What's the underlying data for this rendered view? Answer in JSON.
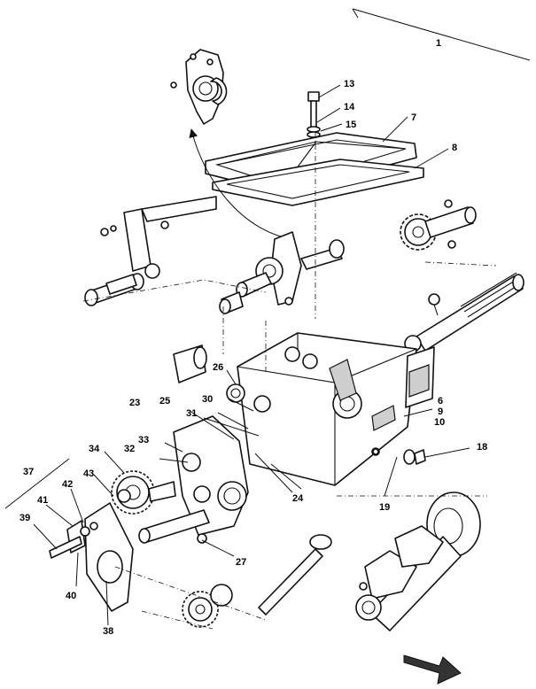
{
  "callouts": {
    "c1": "1",
    "c6": "6",
    "c7": "7",
    "c8": "8",
    "c9": "9",
    "c10": "10",
    "c13": "13",
    "c14": "14",
    "c15": "15",
    "c18": "18",
    "c19": "19",
    "c23": "23",
    "c24": "24",
    "c25": "25",
    "c26": "26",
    "c27": "27",
    "c30": "30",
    "c31": "31",
    "c32": "32",
    "c33": "33",
    "c34": "34",
    "c37": "37",
    "c38": "38",
    "c39": "39",
    "c40": "40",
    "c41": "41",
    "c42": "42",
    "c43": "43"
  }
}
